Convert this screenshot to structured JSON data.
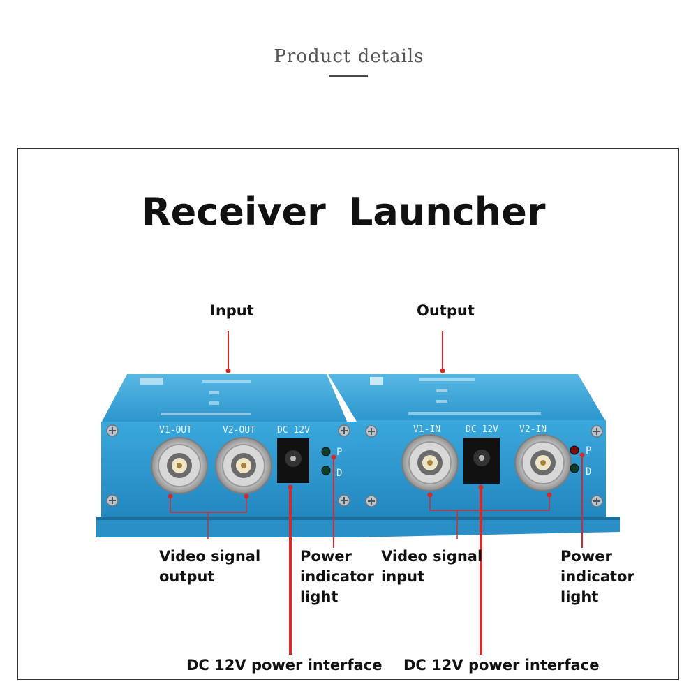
{
  "header": {
    "title": "Product details"
  },
  "titles": {
    "receiver": "Receiver",
    "launcher": "Launcher"
  },
  "receiver": {
    "top_label": "Input",
    "port1": "V1-OUT",
    "port2": "V2-OUT",
    "dc": "DC 12V",
    "led_p": "P",
    "led_d": "D",
    "video_label": [
      "Video signal",
      "output"
    ],
    "power_label": [
      "Power",
      "indicator",
      "light"
    ],
    "dc_label": "DC 12V power interface"
  },
  "launcher": {
    "top_label": "Output",
    "port1": "V1-IN",
    "port2": "V2-IN",
    "dc": "DC 12V",
    "led_p": "P",
    "led_d": "D",
    "video_label": [
      "Video signal",
      "input"
    ],
    "power_label": [
      "Power",
      "indicator",
      "light"
    ],
    "dc_label": "DC 12V power interface"
  },
  "colors": {
    "device_blue": "#2f9fd6",
    "device_blue_dark": "#1d7fb3",
    "callout_red": "#d42a2a",
    "text": "#111111"
  }
}
